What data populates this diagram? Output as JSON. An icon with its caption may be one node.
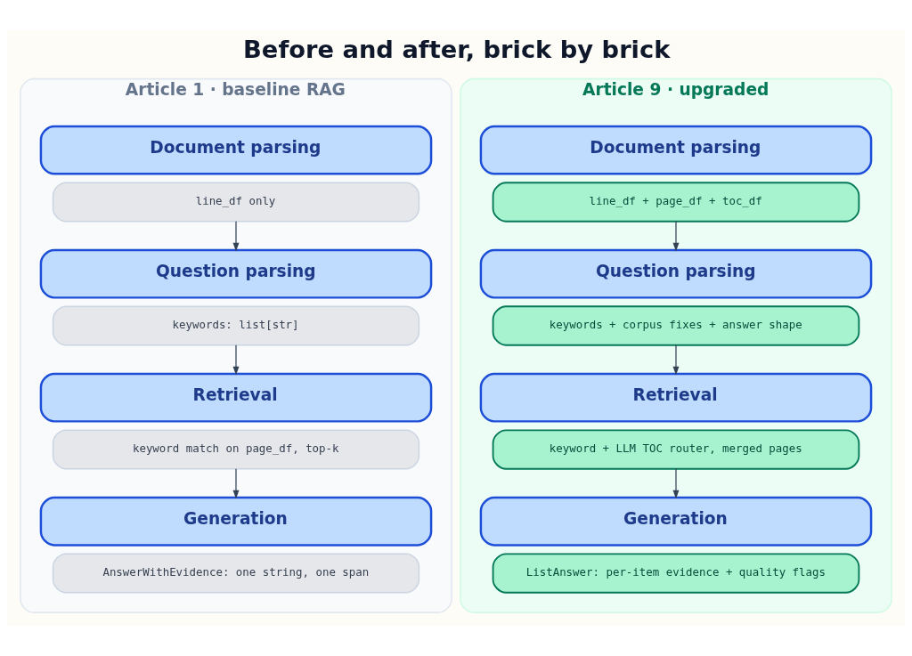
{
  "diagram": {
    "title": "Before and after, brick by brick",
    "nodes": [
      {
        "text": [
          "Article 1 · baseline RAG"
        ]
      },
      {
        "text": [
          "Document parsing"
        ],
        "in": 0
      },
      {
        "text": [
          "line_df only"
        ],
        "in": 0
      },
      {
        "text": [
          "Question parsing"
        ],
        "in": 0
      },
      {
        "text": [
          "keywords: list[str]"
        ],
        "in": 0
      },
      {
        "text": [
          "Retrieval"
        ],
        "in": 0
      },
      {
        "text": [
          "keyword match on page_df, top-k"
        ],
        "in": 0
      },
      {
        "text": [
          "Generation"
        ],
        "in": 0
      },
      {
        "text": [
          "AnswerWithEvidence: one string, one span"
        ],
        "in": 0
      },
      {
        "text": [
          "Article 9 · upgraded"
        ]
      },
      {
        "text": [
          "Document parsing"
        ],
        "in": 9
      },
      {
        "text": [
          "line_df + page_df + toc_df"
        ],
        "in": 9
      },
      {
        "text": [
          "Question parsing"
        ],
        "in": 9
      },
      {
        "text": [
          "keywords + corpus fixes + answer shape"
        ],
        "in": 9
      },
      {
        "text": [
          "Retrieval"
        ],
        "in": 9
      },
      {
        "text": [
          "keyword + LLM TOC router, merged pages"
        ],
        "in": 9
      },
      {
        "text": [
          "Generation"
        ],
        "in": 9
      },
      {
        "text": [
          "ListAnswer: per-item evidence + quality flags"
        ],
        "in": 9
      }
    ],
    "edges": [
      {
        "from": 2,
        "to": 3,
        "arrow": "to"
      },
      {
        "from": 4,
        "to": 5,
        "arrow": "to"
      },
      {
        "from": 6,
        "to": 7,
        "arrow": "to"
      },
      {
        "from": 11,
        "to": 12,
        "arrow": "to"
      },
      {
        "from": 13,
        "to": 14,
        "arrow": "to"
      },
      {
        "from": 15,
        "to": 16,
        "arrow": "to"
      }
    ]
  }
}
